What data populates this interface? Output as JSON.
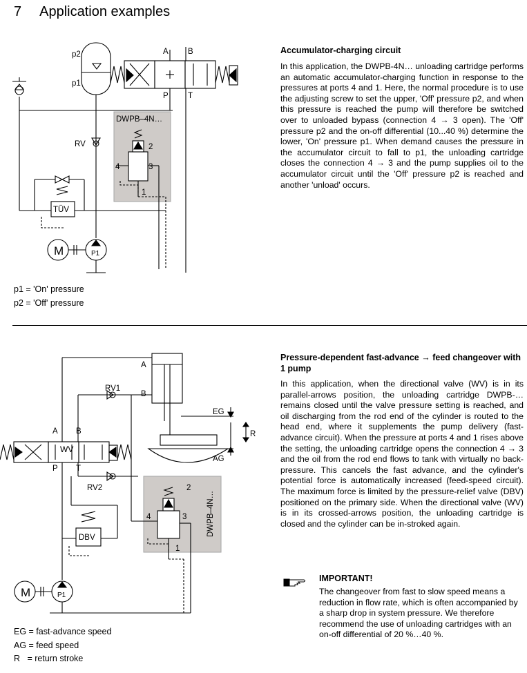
{
  "page": {
    "section_number": "7",
    "section_title": "Application examples"
  },
  "example1": {
    "heading": "Accumulator-charging circuit",
    "paragraph": "In this application, the DWPB-4N… unloading cartridge performs an automatic accumulator-charging function in response to the pressures at ports 4 and 1. Here, the normal procedure is to use the adjusting screw to set the upper, 'Off' pressure p2, and when this pressure is reached the pump will therefore be switched over to unloaded bypass (connection 4 → 3 open). The 'Off' pressure p2 and the on-off differential (10...40 %) determine the lower, 'On' pressure p1. When demand causes the pressure in the accumulator circuit to fall to p1, the unloading cartridge closes the connection 4 → 3 and the pump supplies oil to the accumulator circuit until the 'Off' pressure p2 is reached and another 'unload' occurs.",
    "legend": [
      "p1 = 'On' pressure",
      "p2 = 'Off' pressure"
    ],
    "diagram_labels": {
      "p2": "p2",
      "p1": "p1",
      "A": "A",
      "B": "B",
      "P": "P",
      "T": "T",
      "cartridge": "DWPB–4N…",
      "RV": "RV",
      "port2": "2",
      "port3": "3",
      "port4": "4",
      "port1": "1",
      "tuv": "TÜV",
      "motor": "M",
      "pump": "P1"
    }
  },
  "example2": {
    "heading": "Pressure-dependent fast-advance → feed changeover with 1 pump",
    "paragraph": "In this application, when the directional valve (WV) is in its parallel-arrows position, the unloading cartridge DWPB-… remains closed until the valve pressure setting is reached, and oil discharging from the rod end of the cylinder is routed to the head end, where it supplements the pump delivery (fast-advance circuit). When the pressure at ports 4 and 1 rises above the setting, the unloading cartridge opens the connection 4 → 3 and the oil from the rod end flows to tank with virtually no back-pressure. This cancels the fast advance, and the cylinder's potential force is automatically increased (feed-speed circuit). The maximum force is limited by the pressure-relief valve (DBV) positioned on the primary side. When the directional valve (WV) is in its crossed-arrows position, the unloading cartridge is closed and the cylinder can be in-stroked again.",
    "legend": [
      "EG = fast-advance speed",
      "AG = feed speed",
      "R   = return stroke"
    ],
    "diagram_labels": {
      "A": "A",
      "B": "B",
      "RV1": "RV1",
      "RV2": "RV2",
      "vA": "A",
      "vB": "B",
      "wv": "WV",
      "P": "P",
      "T": "T",
      "EG": "EG",
      "R": "R",
      "AG": "AG",
      "cartridge": "DWPB–4N…",
      "port2": "2",
      "port3": "3",
      "port4": "4",
      "port1": "1",
      "dbv": "DBV",
      "motor": "M",
      "pump": "P1"
    },
    "important": {
      "title": "IMPORTANT!",
      "text": "The changeover from fast to slow speed means a reduction in flow rate, which is often accompanied by a sharp drop in system pressure. We therefore recommend the use of unloading cartridges with an on-off differential of 20 %…40 %.",
      "icon": "pointing-hand-icon"
    }
  }
}
